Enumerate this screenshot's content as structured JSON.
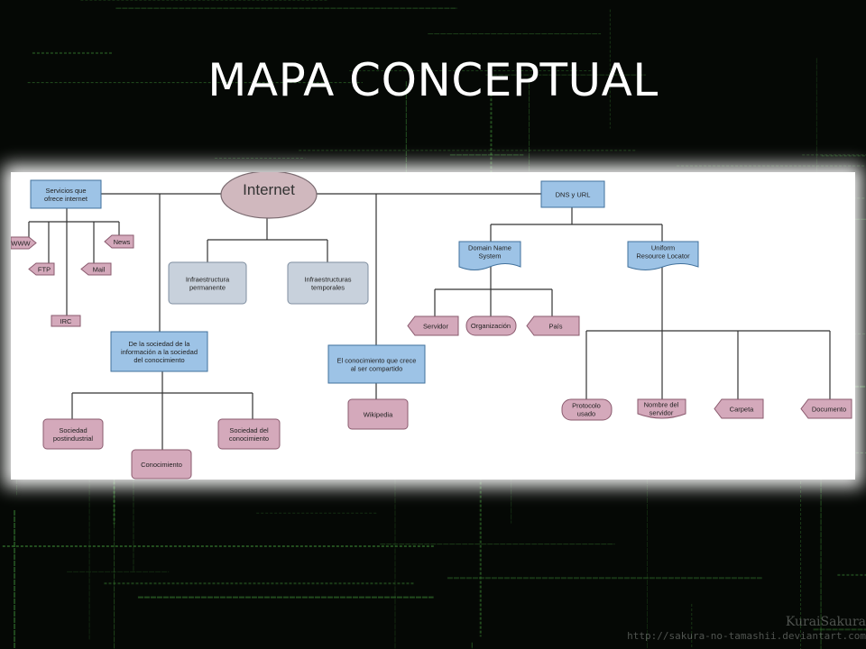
{
  "title": "MAPA CONCEPTUAL",
  "colors": {
    "blue_fill": "#9dc3e6",
    "blue_stroke": "#41719c",
    "gray_fill": "#c8d1dc",
    "pink_fill": "#d4a9bb",
    "pink_stroke": "#8a5a6e",
    "line": "#333333",
    "internet_fill": "#d0b8be"
  },
  "diagram": {
    "root": "Internet",
    "servicios": {
      "title_line1": "Servicios que",
      "title_line2": "ofrece internet",
      "items": [
        "WWW",
        "News",
        "FTP",
        "Mail",
        "IRC"
      ]
    },
    "infraestructura": [
      "Infraestructura permanente",
      "Infraestructuras temporales"
    ],
    "sociedad": {
      "title": "De la sociedad de la información a la sociedad del conocimiento",
      "children": [
        "Sociedad postindustrial",
        "Conocimiento",
        "Sociedad del conocimiento"
      ]
    },
    "compartido": {
      "title": "El conocimiento que crece al ser compartido",
      "child": "Wikipedia"
    },
    "dns": {
      "title": "DNS y URL",
      "domain_name": "Domain Name System",
      "domain_children": [
        "Servidor",
        "Organización",
        "País"
      ],
      "url": "Uniform Resource Locator",
      "url_children": [
        "Protocolo usado",
        "Nombre del servidor",
        "Carpeta",
        "Documento"
      ]
    }
  },
  "watermark": {
    "line1": "KuraiSakura",
    "line2": "http://sakura-no-tamashii.deviantart.com"
  }
}
